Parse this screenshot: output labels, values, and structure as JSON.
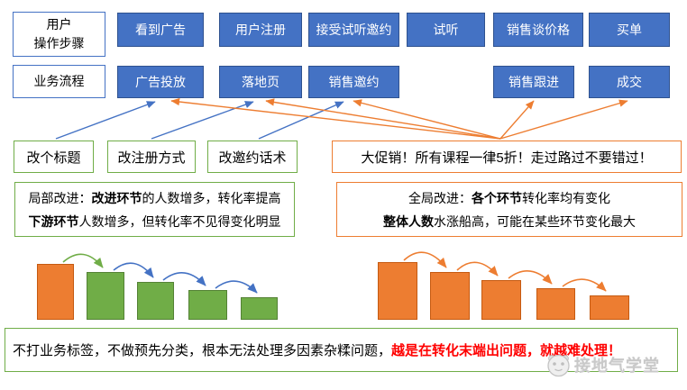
{
  "row_labels": {
    "steps_line1": "用户",
    "steps_line2": "操作步骤",
    "process": "业务流程"
  },
  "user_steps": [
    "看到广告",
    "用户注册",
    "接受试听邀约",
    "试听",
    "销售谈价格",
    "买单"
  ],
  "process_steps": [
    "广告投放",
    "落地页",
    "销售邀约",
    "销售跟进",
    "成交"
  ],
  "tweak_boxes": [
    "改个标题",
    "改注册方式",
    "改邀约话术"
  ],
  "promo_text": "大促销！所有课程一律5折！走过路过不要错过！",
  "local_note": {
    "l1_normal1": "局部改进：",
    "l1_bold": "改进环节",
    "l1_normal2": "的人数增多，转化率提高",
    "l2_bold": "下游环节",
    "l2_normal": "人数增多，但转化率不见得变化明显"
  },
  "global_note": {
    "l1_normal1": "全局改进：",
    "l1_bold": "各个环节",
    "l1_normal2": "转化率均有变化",
    "l2_bold": "整体人数",
    "l2_normal": "水涨船高，可能在某些环节变化最大"
  },
  "bottom_note": {
    "normal": "不打业务标签，不做预先分类，根本无法处理多因素杂糅问题，",
    "highlight": "越是在转化末端出问题，就越难处理！"
  },
  "watermark": {
    "text": "接地气学堂"
  },
  "colors": {
    "box_blue": "#4472C4",
    "box_blue_border": "#2F528F",
    "green": "#70AD47",
    "orange": "#ED7D31",
    "orange_dark_border": "#C55A11",
    "arrow_blue": "#4472C4",
    "highlight_red": "#FF0000",
    "watermark_gray": "#C9C9C9"
  },
  "chart_data": [
    {
      "type": "bar",
      "description": "局部改进漏斗：首环节(橙色)改进，后续环节(绿色)依次递减，环节间曲线箭头表示转化",
      "values": [
        62,
        53,
        42,
        33,
        25
      ],
      "bar_colors": [
        "#ED7D31",
        "#70AD47",
        "#70AD47",
        "#70AD47",
        "#70AD47"
      ],
      "arrow_colors": [
        "#70AD47",
        "#4472C4",
        "#4472C4",
        "#4472C4"
      ]
    },
    {
      "type": "bar",
      "description": "全局改进漏斗：所有环节(橙色)整体抬高，依次递减，环节间曲线箭头表示转化",
      "values": [
        64,
        53,
        44,
        35,
        27
      ],
      "bar_colors": [
        "#ED7D31",
        "#ED7D31",
        "#ED7D31",
        "#ED7D31",
        "#ED7D31"
      ],
      "arrow_colors": [
        "#ED7D31",
        "#ED7D31",
        "#ED7D31",
        "#ED7D31"
      ]
    }
  ]
}
